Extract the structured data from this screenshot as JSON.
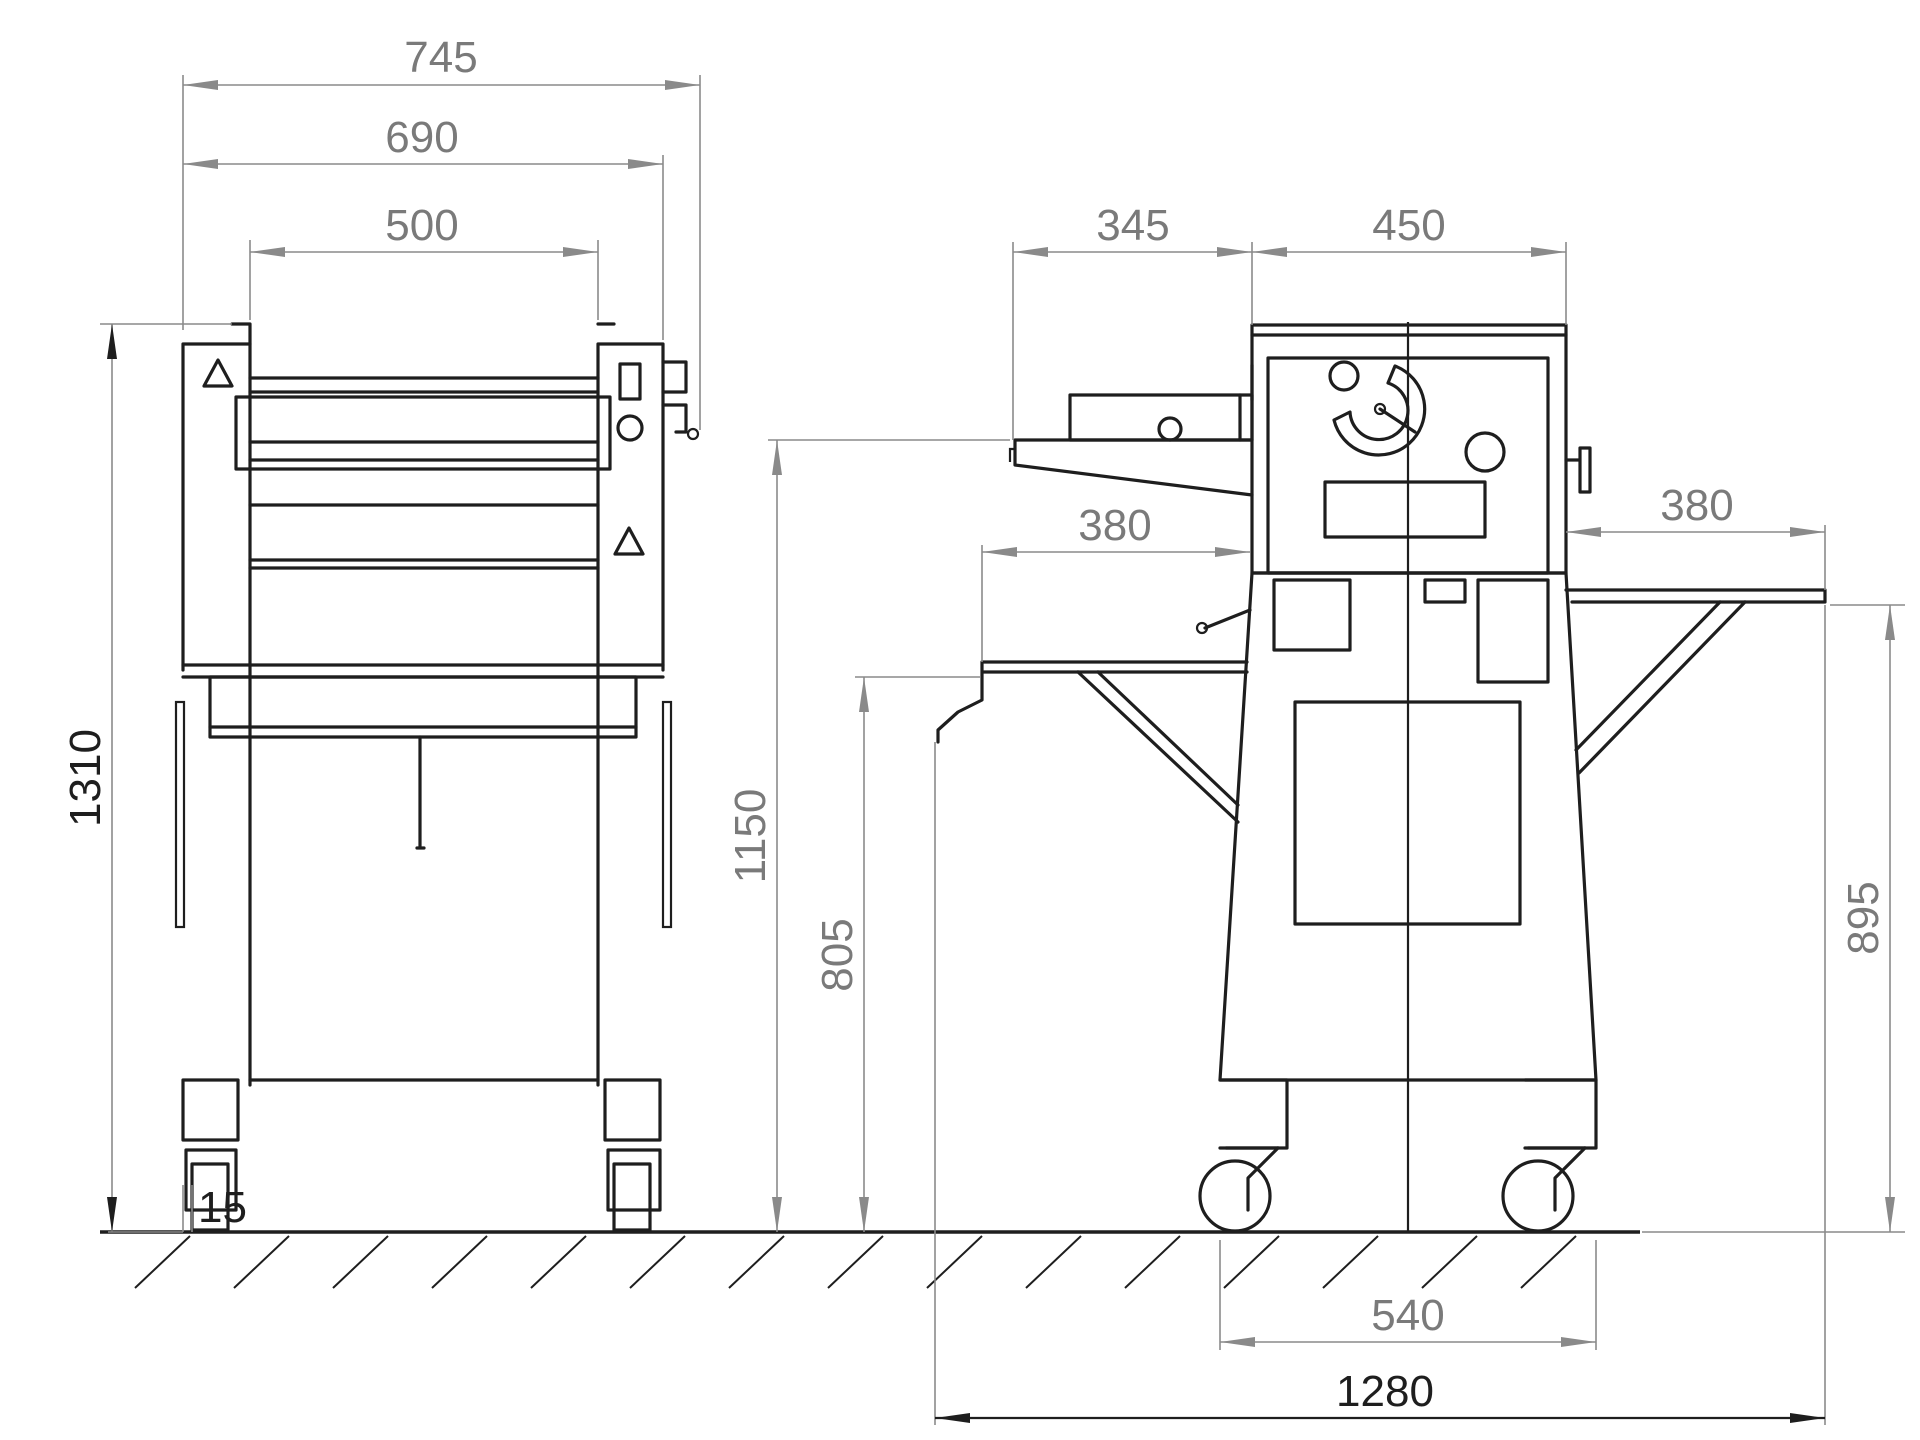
{
  "dimensions": {
    "front_width_overall": "745",
    "front_width_frame": "690",
    "front_width_rollers": "500",
    "front_height_total": "1310",
    "front_foot_offset": "15",
    "side_infeed_length": "345",
    "side_body_width": "450",
    "side_left_table": "380",
    "side_right_table": "380",
    "side_infeed_height": "1150",
    "side_left_table_height": "805",
    "side_right_table_height": "895",
    "side_wheelbase": "540",
    "side_total_length": "1280"
  }
}
